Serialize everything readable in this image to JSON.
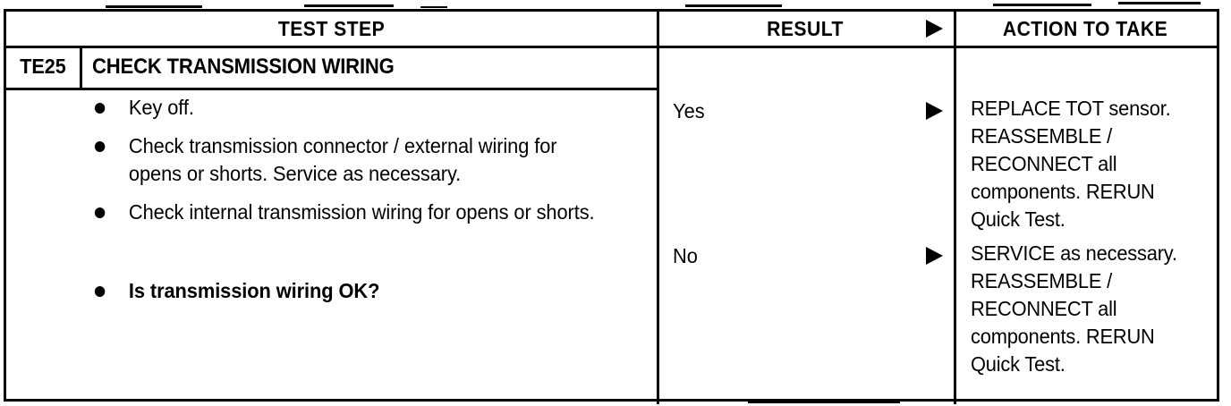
{
  "document": {
    "type": "diagnostic-pinpoint-test-table",
    "colors": {
      "ink": "#000000",
      "paper": "#ffffff"
    }
  },
  "table": {
    "headers": {
      "test_step": "TEST STEP",
      "result": "RESULT",
      "action": "ACTION TO TAKE",
      "arrow_icon": "right-triangle-icon"
    },
    "step": {
      "id": "TE25",
      "title": "CHECK TRANSMISSION WIRING",
      "bullets": [
        {
          "text": "Key off.",
          "bold": false
        },
        {
          "text": "Check transmission connector / external wiring for opens or shorts. Service as necessary.",
          "bold": false
        },
        {
          "text": "Check internal transmission wiring for opens or shorts.",
          "bold": false
        },
        {
          "text": "Is transmission wiring OK?",
          "bold": true
        }
      ]
    },
    "outcomes": [
      {
        "result": "Yes",
        "arrow_icon": "right-triangle-icon",
        "action": "REPLACE TOT sensor. REASSEMBLE / RECONNECT all components. RERUN Quick Test."
      },
      {
        "result": "No",
        "arrow_icon": "right-triangle-icon",
        "action": "SERVICE as necessary. REASSEMBLE / RECONNECT all components. RERUN Quick Test."
      }
    ]
  }
}
